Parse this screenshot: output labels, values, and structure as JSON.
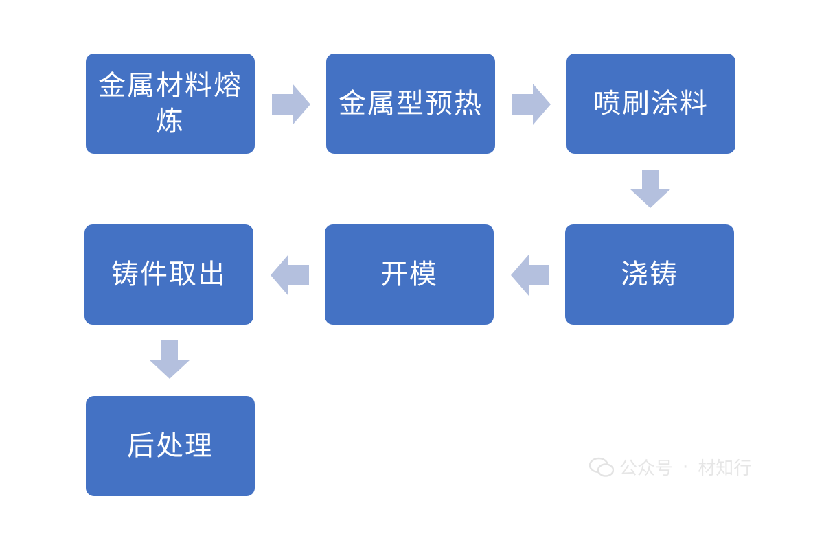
{
  "colors": {
    "box": "#4472C4",
    "arrow": "#B4C0DE",
    "text": "#FFFFFF"
  },
  "steps": [
    {
      "label": "金属材料熔炼"
    },
    {
      "label": "金属型预热"
    },
    {
      "label": "喷刷涂料"
    },
    {
      "label": "浇铸"
    },
    {
      "label": "开模"
    },
    {
      "label": "铸件取出"
    },
    {
      "label": "后处理"
    }
  ],
  "watermark": {
    "icon": "wechat-icon",
    "prefix": "公众号",
    "name": "材知行"
  }
}
